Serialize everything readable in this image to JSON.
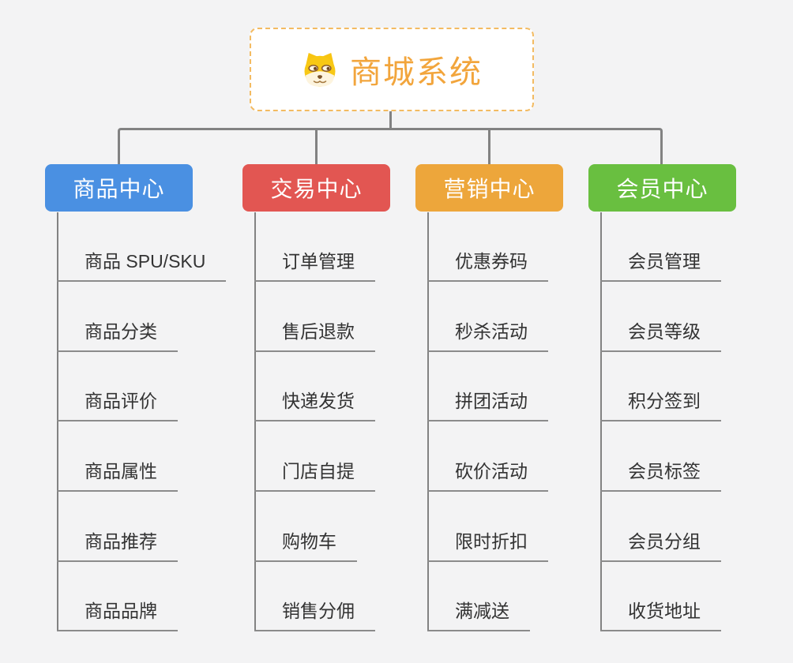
{
  "page": {
    "background": "#f3f3f4",
    "connector_color": "#828282",
    "item_text_color": "#333333"
  },
  "root": {
    "title": "商城系统",
    "icon": "dog-icon",
    "text_color": "#f2a53c",
    "border_color": "#f3bb62",
    "background": "#ffffff"
  },
  "branches": [
    {
      "label": "商品中心",
      "color": "#4a90e2",
      "items": [
        "商品 SPU/SKU",
        "商品分类",
        "商品评价",
        "商品属性",
        "商品推荐",
        "商品品牌"
      ]
    },
    {
      "label": "交易中心",
      "color": "#e25652",
      "items": [
        "订单管理",
        "售后退款",
        "快递发货",
        "门店自提",
        "购物车",
        "销售分佣"
      ]
    },
    {
      "label": "营销中心",
      "color": "#eda63b",
      "items": [
        "优惠券码",
        "秒杀活动",
        "拼团活动",
        "砍价活动",
        "限时折扣",
        "满减送"
      ]
    },
    {
      "label": "会员中心",
      "color": "#69bf40",
      "items": [
        "会员管理",
        "会员等级",
        "积分签到",
        "会员标签",
        "会员分组",
        "收货地址"
      ]
    }
  ]
}
